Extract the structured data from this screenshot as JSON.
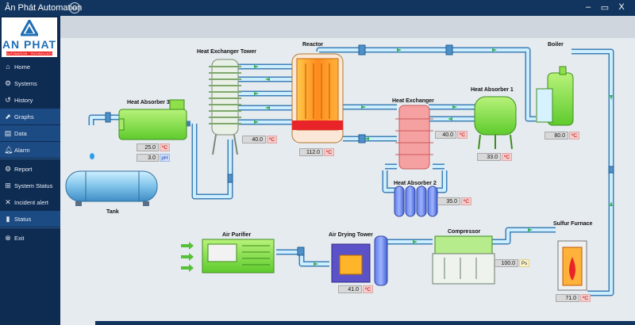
{
  "window": {
    "title": "Ân Phát Automation",
    "controls": {
      "minimize": "–",
      "maximize": "▭",
      "close": "X"
    }
  },
  "logo": {
    "name": "AN PHAT",
    "tagline": "AUTOMATION · TECHNOLOGY"
  },
  "sidebar": {
    "items": [
      {
        "label": "Home",
        "icon": "home-icon"
      },
      {
        "label": "Systems",
        "icon": "gear-icon"
      },
      {
        "label": "History",
        "icon": "history-icon"
      },
      {
        "label": "Graphs",
        "icon": "graph-icon"
      },
      {
        "label": "Data",
        "icon": "data-icon"
      },
      {
        "label": "Alarm",
        "icon": "bell-icon"
      },
      {
        "label": "Report",
        "icon": "gear-icon"
      },
      {
        "label": "System Status",
        "icon": "network-icon"
      },
      {
        "label": "Incident alert",
        "icon": "x-icon"
      },
      {
        "label": "Status",
        "icon": "bars-icon"
      },
      {
        "label": "Exit",
        "icon": "exit-icon"
      }
    ]
  },
  "equipment": {
    "heat_absorber_3": {
      "label": "Heat Absorber 3",
      "temp": "25.0",
      "temp_unit": "ºC",
      "ph": "3.0",
      "ph_unit": "pH"
    },
    "heat_exchanger_tower": {
      "label": "Heat Exchanger Tower",
      "temp": "40.0",
      "unit": "ºC"
    },
    "reactor": {
      "label": "Reactor",
      "temp": "112.0",
      "unit": "ºC"
    },
    "heat_exchanger": {
      "label": "Heat Exchanger"
    },
    "heat_absorber_1": {
      "label": "Heat Absorber 1",
      "temp_in": "40.0",
      "unit_in": "ºC",
      "temp": "33.0",
      "unit": "ºC"
    },
    "boiler": {
      "label": "Boiler",
      "temp": "80.0",
      "unit": "ºC"
    },
    "heat_absorber_2": {
      "label": "Heat Absorber 2",
      "temp": "35.0",
      "unit": "ºC"
    },
    "tank": {
      "label": "Tank"
    },
    "air_purifier": {
      "label": "Air Purifier"
    },
    "air_drying_tower": {
      "label": "Air Drying Tower",
      "temp": "41.0",
      "unit": "ºC"
    },
    "compressor": {
      "label": "Compressor",
      "pressure": "100.0",
      "unit": "Ps"
    },
    "sulfur_furnace": {
      "label": "Sulfur Furnace",
      "temp": "71.0",
      "unit": "ºC"
    }
  }
}
